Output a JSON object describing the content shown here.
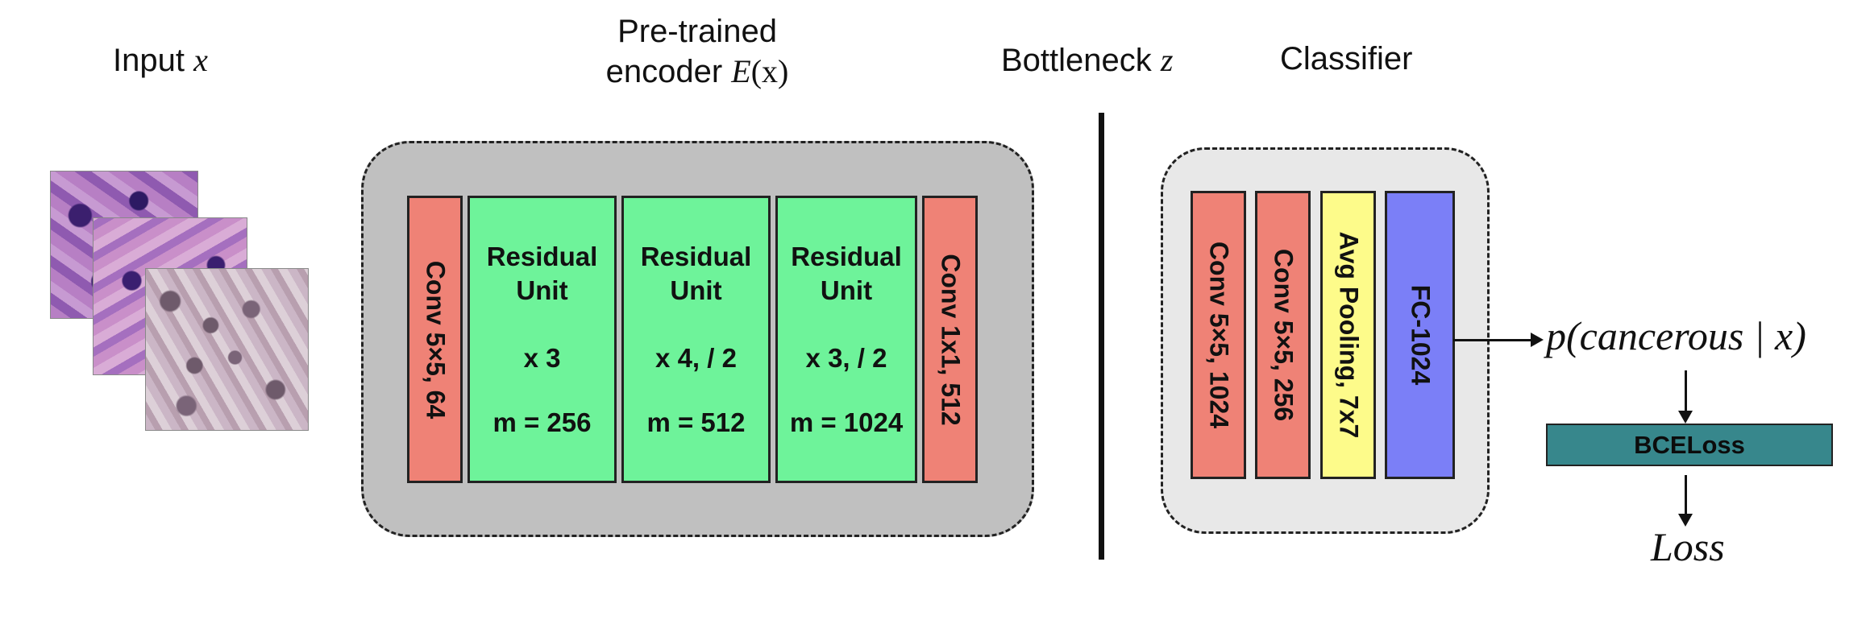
{
  "headings": {
    "input": "Input",
    "input_var": "x",
    "encoder_line1": "Pre-trained",
    "encoder_line2": "encoder",
    "encoder_var": "E",
    "encoder_arg": "(x)",
    "bottleneck": "Bottleneck",
    "bottleneck_var": "z",
    "classifier": "Classifier"
  },
  "encoder": {
    "conv_in": "Conv 5×5, 64",
    "units": [
      {
        "title": "Residual\nUnit",
        "repeat": "x 3",
        "m": "m = 256"
      },
      {
        "title": "Residual\nUnit",
        "repeat": "x 4, / 2",
        "m": "m = 512"
      },
      {
        "title": "Residual\nUnit",
        "repeat": "x 3, / 2",
        "m": "m = 1024"
      }
    ],
    "conv_out": "Conv 1x1, 512"
  },
  "classifier": {
    "layers": [
      "Conv 5×5, 1024",
      "Conv 5×5, 256",
      "Avg Pooling, 7x7",
      "FC-1024"
    ]
  },
  "output": {
    "probability": "p(cancerous | x)",
    "loss_fn": "BCELoss",
    "loss": "Loss"
  },
  "colors": {
    "conv": "#ef8276",
    "residual": "#6ef39a",
    "pooling": "#fdfb8a",
    "fc": "#7b7ff7",
    "bceloss": "#37878c",
    "encoder_panel": "#c0c0c0",
    "classifier_panel": "#e8e8e8"
  }
}
